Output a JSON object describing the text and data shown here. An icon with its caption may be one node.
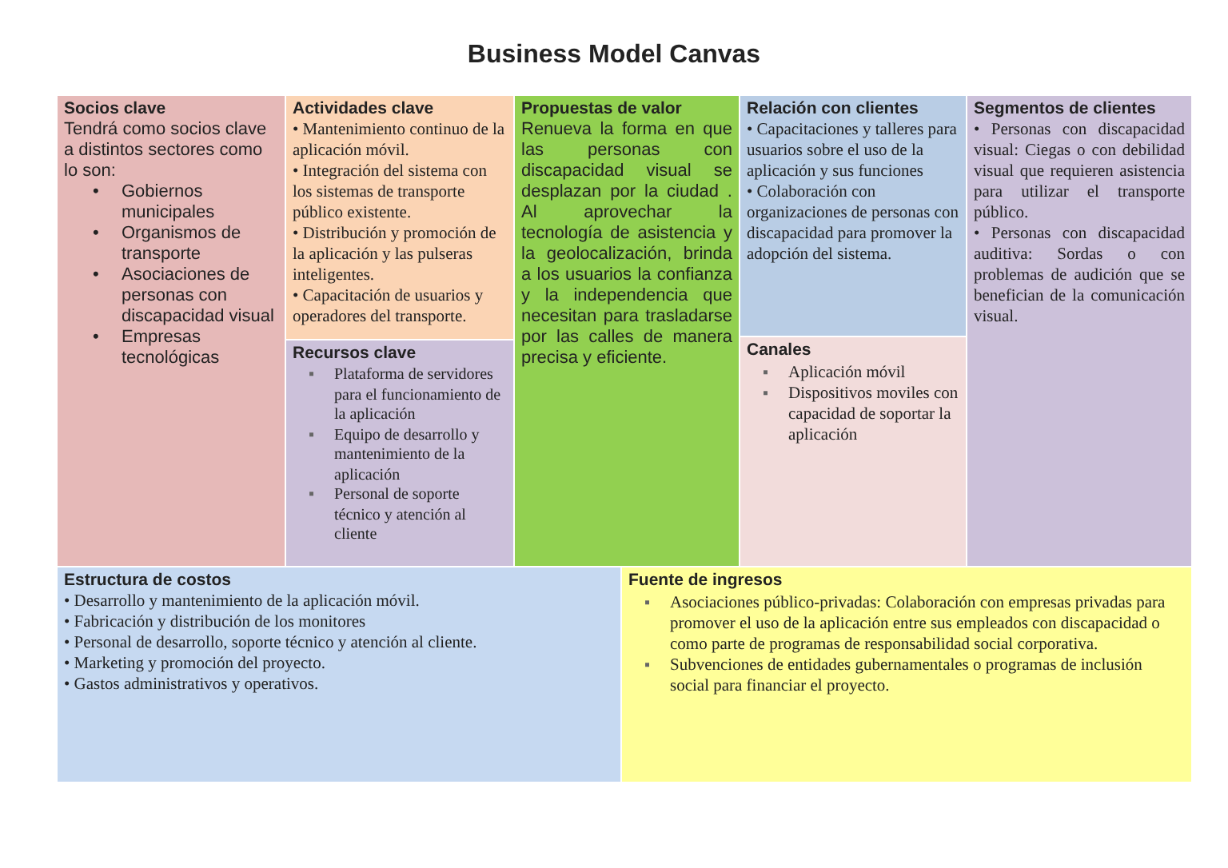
{
  "diagram": {
    "title": "Business Model Canvas",
    "nodes": [
      {
        "text": [
          "Socios clave",
          "Tendrá como socios clave a distintos sectores como lo son:",
          "• Gobiernos municipales",
          "• Organismos de transporte",
          "• Asociaciones de personas con discapacidad visual",
          "• Empresas tecnológicas"
        ]
      },
      {
        "text": [
          "Actividades clave",
          "• Mantenimiento continuo de la aplicación móvil.",
          "• Integración del sistema con los sistemas de transporte público existente.",
          "• Distribución y promoción de la aplicación y las pulseras inteligentes.",
          "• Capacitación de usuarios y operadores del transporte."
        ]
      },
      {
        "text": [
          "Recursos clave",
          "▪ Plataforma de servidores para el funcionamiento de la aplicación",
          "▪ Equipo de desarrollo y mantenimiento de la aplicación",
          "▪ Personal de soporte técnico y atención al cliente"
        ]
      },
      {
        "text": [
          "Propuestas de valor",
          "Renueva la forma en que las personas con discapacidad visual se desplazan por la ciudad . Al aprovechar la tecnología de asistencia y la geolocalización, brinda a los usuarios la confianza y la independencia que necesitan para trasladarse por las calles de manera precisa y eficiente."
        ]
      },
      {
        "text": [
          "Relación con clientes",
          "• Capacitaciones y talleres para usuarios sobre el uso de la aplicación y sus funciones",
          "• Colaboración con organizaciones de personas con discapacidad para promover la adopción del sistema."
        ]
      },
      {
        "text": [
          "Canales",
          "▪ Aplicación móvil",
          "▪ Dispositivos moviles con capacidad de soportar la aplicación"
        ]
      },
      {
        "text": [
          "Segmentos de clientes",
          "• Personas con discapacidad visual: Ciegas o con debilidad visual que requieren asistencia para utilizar el transporte público.",
          "• Personas con discapacidad auditiva: Sordas o con problemas de audición que se benefician de la comunicación visual."
        ]
      },
      {
        "text": [
          "Estructura de costos",
          "• Desarrollo y mantenimiento de la aplicación móvil.",
          "• Fabricación y distribución de los monitores",
          "• Personal de desarrollo, soporte técnico y atención al cliente.",
          "• Marketing y promoción del proyecto.",
          "• Gastos administrativos y operativos."
        ]
      },
      {
        "text": [
          "Fuente de ingresos",
          "▪ Asociaciones público-privadas: Colaboración con empresas privadas para promover el uso de la aplicación entre sus empleados con discapacidad o como parte de programas de responsabilidad social corporativa.",
          "▪ Subvenciones de entidades gubernamentales o programas de inclusión social para financiar el proyecto."
        ]
      }
    ]
  }
}
